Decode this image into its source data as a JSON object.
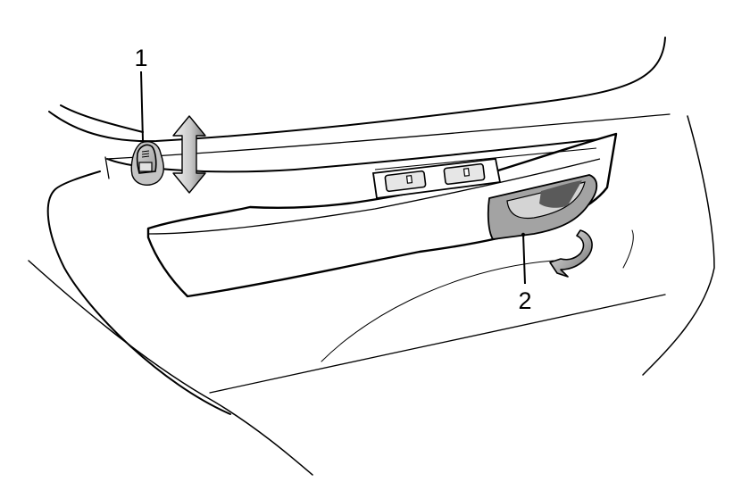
{
  "callouts": [
    {
      "id": "1",
      "label": "1"
    },
    {
      "id": "2",
      "label": "2"
    }
  ],
  "colors": {
    "line": "#000000",
    "lock_knob_fill": "#b9b9b9",
    "handle_recess_fill": "#9a9a9a",
    "handle_inner_fill": "#cfcfcf",
    "arrow_light": "#eeeeee",
    "arrow_dark": "#7a7a7a",
    "background": "#ffffff"
  },
  "icons": {
    "vertical_arrow": "double-vertical-arrow-icon",
    "rotate_arrow": "curved-rotate-arrow-icon",
    "window_switch": "window-switch-icon"
  }
}
